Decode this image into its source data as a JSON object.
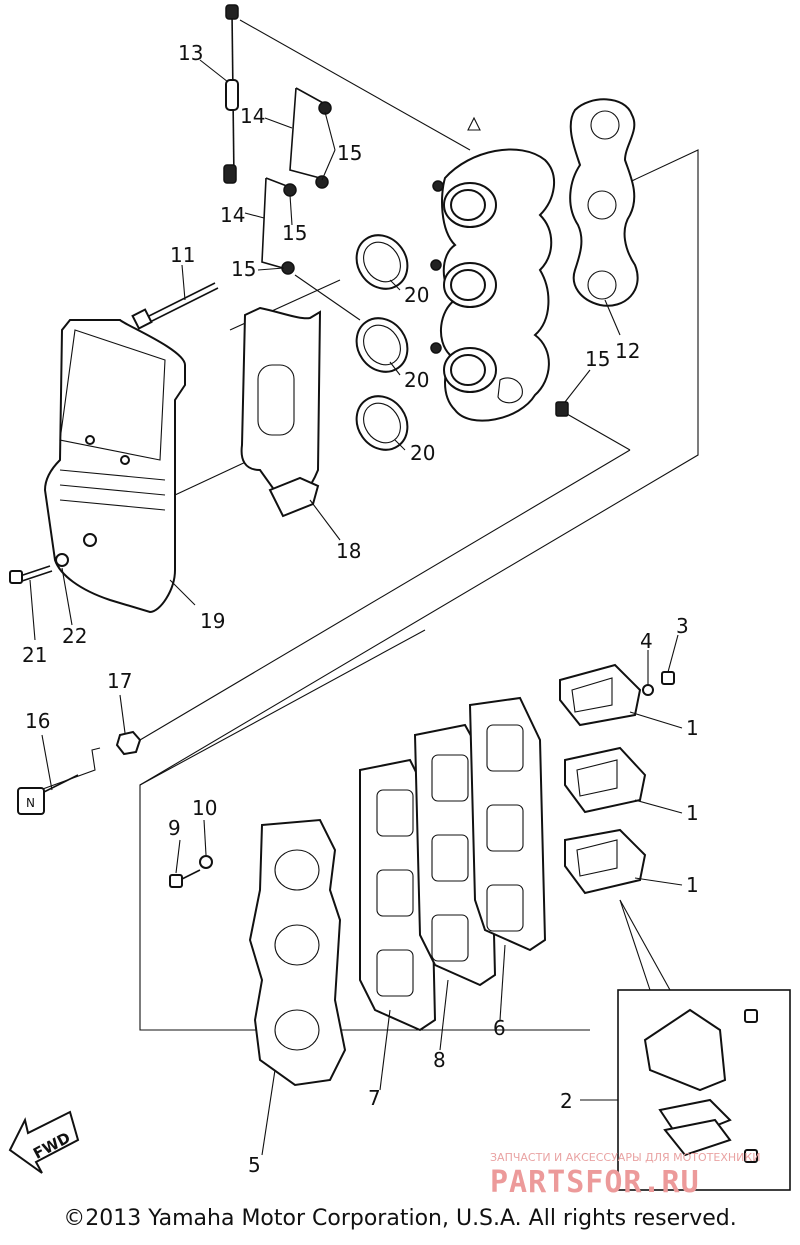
{
  "diagram": {
    "part_labels": [
      "1",
      "1",
      "1",
      "2",
      "3",
      "4",
      "5",
      "6",
      "7",
      "8",
      "9",
      "10",
      "11",
      "12",
      "13",
      "14",
      "14",
      "15",
      "15",
      "15",
      "15",
      "16",
      "17",
      "18",
      "19",
      "20",
      "20",
      "20",
      "21",
      "22"
    ],
    "fwd_label": "FWD",
    "watermark_top": "ЗАПЧАСТИ И АКСЕССУАРЫ ДЛЯ МОТОТЕХНИКИ",
    "watermark_main": "PARTSFOR.RU",
    "copyright": "©2013 Yamaha Motor Corporation, U.S.A. All rights reserved."
  }
}
